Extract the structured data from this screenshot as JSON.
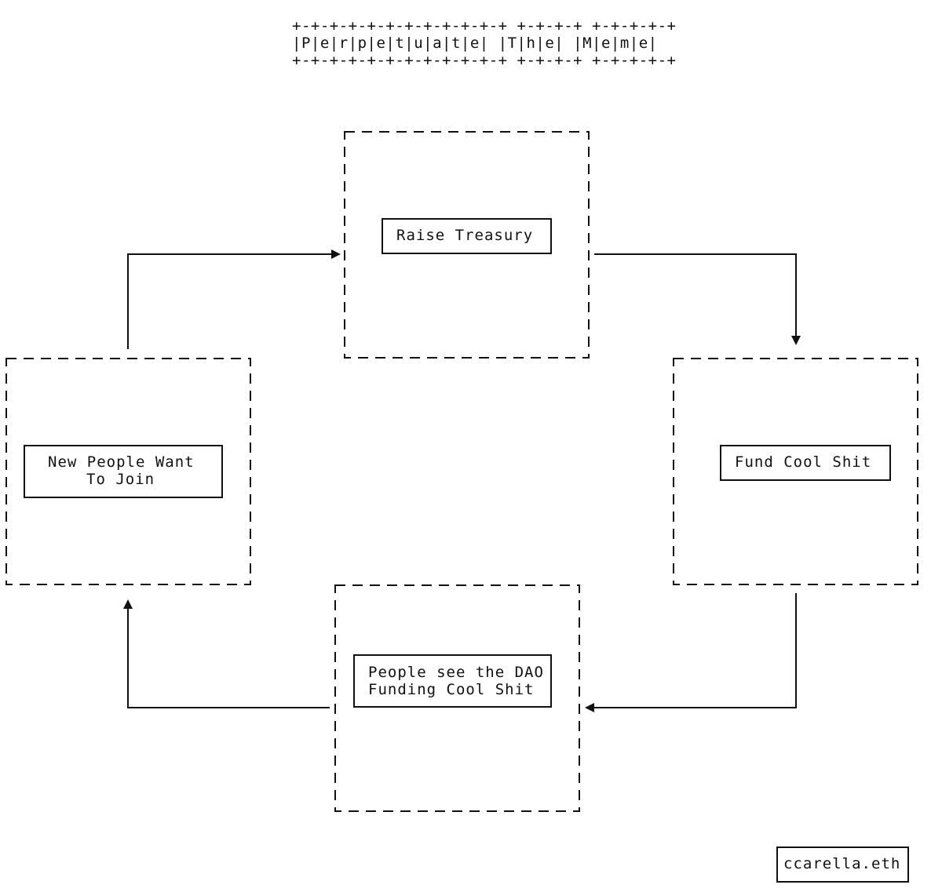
{
  "title": {
    "top": "+-+-+-+-+-+-+-+-+-+-+-+ +-+-+-+ +-+-+-+-+",
    "middle": "|P|e|r|p|e|t|u|a|t|e| |T|h|e| |M|e|m|e|",
    "bottom": "+-+-+-+-+-+-+-+-+-+-+-+ +-+-+-+ +-+-+-+-+"
  },
  "nodes": {
    "raise_treasury": "Raise Treasury",
    "fund_cool_shit": "Fund Cool Shit",
    "people_see_line1": "People see the DAO",
    "people_see_line2": "Funding Cool Shit",
    "new_people_line1": "New People Want",
    "new_people_line2": "To Join"
  },
  "signature": "ccarella.eth"
}
